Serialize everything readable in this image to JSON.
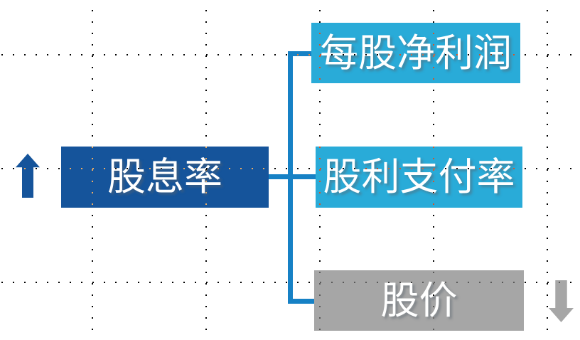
{
  "diagram": {
    "root": {
      "label": "股息率",
      "color": "#15549B"
    },
    "branches": [
      {
        "label": "每股净利润",
        "color": "#29ABD8"
      },
      {
        "label": "股利支付率",
        "color": "#29ABD8"
      },
      {
        "label": "股价",
        "color": "#A6A6A6"
      }
    ],
    "connector_color": "#1681C5",
    "text_color": "#FFFFFF",
    "up_arrow": {
      "icon": "up-arrow",
      "color": "#15549B"
    },
    "down_arrow": {
      "icon": "down-arrow",
      "color": "#A6A6A6"
    }
  }
}
